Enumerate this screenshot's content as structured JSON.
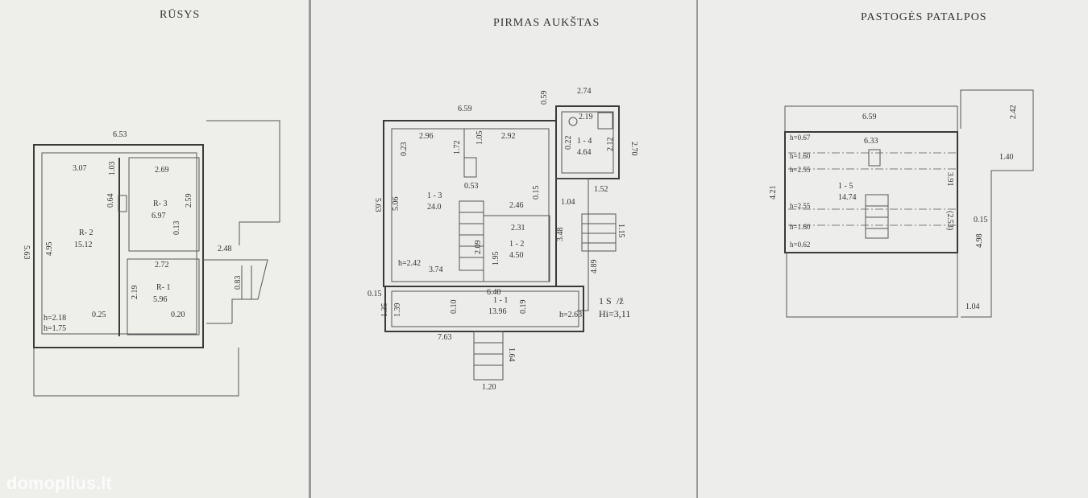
{
  "sheets": {
    "left": {
      "title": "RŪSYS",
      "labels": {
        "overall_width": "6.53",
        "overall_height": "5.63",
        "r2_width": "3.07",
        "r2_height": "4.95",
        "door_a": "1.03",
        "r3_width": "2.69",
        "r3_height": "2.59",
        "wall_a": "0.64",
        "wall_b": "0.13",
        "stair_width": "2.48",
        "stair_dim": "0.83",
        "r1_width": "2.72",
        "r1_height": "2.19",
        "r2_gap": "0.25",
        "r1_gap": "0.20",
        "h_1": "h=2.18",
        "h_2": "h=1.75"
      },
      "rooms": [
        {
          "id": "R- 2",
          "area": "15.12"
        },
        {
          "id": "R- 3",
          "area": "6.97"
        },
        {
          "id": "R- 1",
          "area": "5.96"
        }
      ]
    },
    "middle": {
      "title": "PIRMAS AUKŠTAS",
      "labels": {
        "top_width": "6.59",
        "wc_width": "2.74",
        "wc_offset": "0.59",
        "wc_inner": "2.19",
        "wc_height": "2.70",
        "wc_a": "0.22",
        "wc_b": "2.12",
        "wc_c": "1.04",
        "wc_d": "1.52",
        "kitchen_left": "2.96",
        "kitchen_right": "2.92",
        "chimney_a": "1.72",
        "chimney_b": "1.05",
        "wall_a": "0.23",
        "height_left": "5.63",
        "height_inner": "5.06",
        "chimney_c": "0.53",
        "wall_b": "0.15",
        "room2_top": "2.46",
        "room2_width": "2.31",
        "room2_height": "1.95",
        "stair_a": "2.09",
        "side_a": "3.48",
        "side_b": "4.89",
        "porch_stair": "1.15",
        "h_main": "h=2.42",
        "main_bottom": "3.74",
        "hall_width": "6.40",
        "left_a": "0.15",
        "left_b": "1.35",
        "left_c": "1.39",
        "hall_a": "0.10",
        "hall_b": "0.19",
        "h_hall": "h=2.63",
        "bottom_width": "7.63",
        "entry_depth": "1.64",
        "entry_width": "1.20",
        "floor_note": "1 S",
        "floor_slash": "/ž",
        "hi_note": "Hi=3,11"
      },
      "rooms": [
        {
          "id": "1 - 3",
          "area": "24.0"
        },
        {
          "id": "1 - 2",
          "area": "4.50"
        },
        {
          "id": "1 - 4",
          "area": "4.64"
        },
        {
          "id": "1 - 1",
          "area": "13.96"
        }
      ]
    },
    "right": {
      "title": "PASTOGĖS PATALPOS",
      "labels": {
        "width": "6.59",
        "inner_width": "6.33",
        "height": "4.21",
        "h_067": "h=0.67",
        "h_160a": "h=1.60",
        "h_255a": "h=2.55",
        "h_255b": "h=2.55",
        "h_160b": "h=1.60",
        "h_062": "h=0.62",
        "right_a": "3.91",
        "right_b": "(2.53)",
        "ext_a": "2.42",
        "ext_b": "1.40",
        "ext_c": "0.15",
        "ext_d": "4.98",
        "ext_e": "1.04"
      },
      "rooms": [
        {
          "id": "1 - 5",
          "area": "14.74"
        }
      ]
    }
  },
  "watermark": "domoplius.lt",
  "colors": {
    "paper": "#eeeeeb",
    "ink": "#3a3a3a",
    "background": "#9a9a9a"
  }
}
